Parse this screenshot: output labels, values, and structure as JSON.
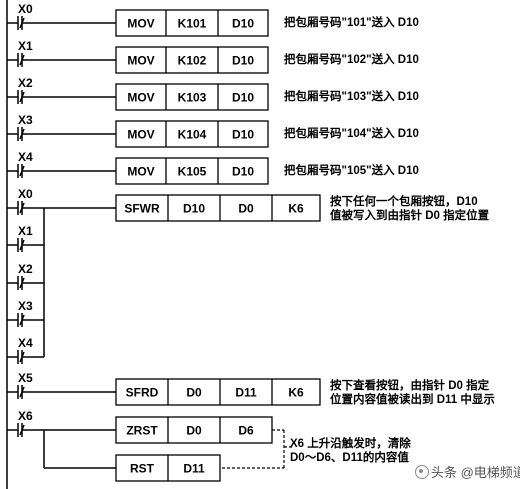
{
  "rungs": [
    {
      "contact": "X0",
      "cells": [
        "MOV",
        "K101",
        "D10"
      ],
      "comment": "把包厢号码\"101\"送入 D10"
    },
    {
      "contact": "X1",
      "cells": [
        "MOV",
        "K102",
        "D10"
      ],
      "comment": "把包厢号码\"102\"送入 D10"
    },
    {
      "contact": "X2",
      "cells": [
        "MOV",
        "K103",
        "D10"
      ],
      "comment": "把包厢号码\"103\"送入 D10"
    },
    {
      "contact": "X3",
      "cells": [
        "MOV",
        "K104",
        "D10"
      ],
      "comment": "把包厢号码\"104\"送入 D10"
    },
    {
      "contact": "X4",
      "cells": [
        "MOV",
        "K105",
        "D10"
      ],
      "comment": "把包厢号码\"105\"送入 D10"
    }
  ],
  "sfwr": {
    "contacts": [
      "X0",
      "X1",
      "X2",
      "X3",
      "X4"
    ],
    "cells": [
      "SFWR",
      "D10",
      "D0",
      "K6"
    ],
    "comment_lines": [
      "按下任何一个包厢按钮，D10",
      "值被写入到由指针 D0 指定位置"
    ]
  },
  "sfrd": {
    "contact": "X5",
    "cells": [
      "SFRD",
      "D0",
      "D11",
      "K6"
    ],
    "comment_lines": [
      "按下查看按钮，由指针 D0 指定",
      "位置内容值被读出到 D11 中显示"
    ]
  },
  "reset": {
    "contact": "X6",
    "zrst": [
      "ZRST",
      "D0",
      "D6"
    ],
    "rst": [
      "RST",
      "D11"
    ],
    "comment_lines": [
      "X6 上升沿触发时，清除",
      "D0～D6、D11的内容值"
    ]
  },
  "watermark": "头条 @电梯频道"
}
